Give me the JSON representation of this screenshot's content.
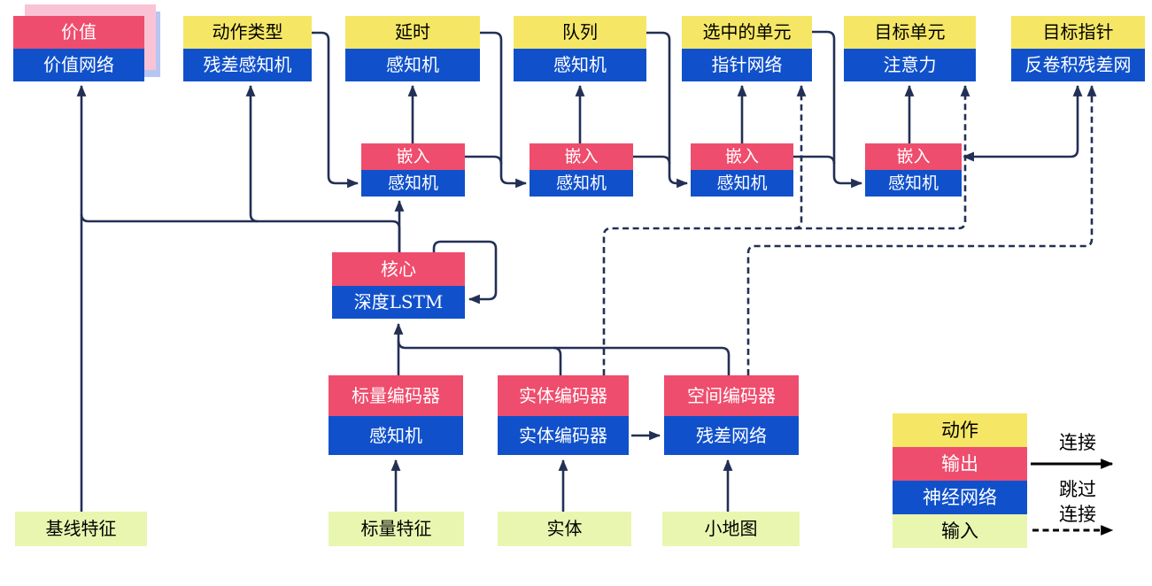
{
  "colors": {
    "action_yellow": "#F5E765",
    "output_red": "#EF4D6D",
    "network_blue": "#1051CB",
    "input_green": "#E9F6B0",
    "shadow_pink": "#F9C3D5",
    "shadow_blue": "#B7C5F3",
    "line_navy": "#232F55",
    "legend_arrow_black": "#000000"
  },
  "nodes": {
    "value": {
      "top": "价值",
      "bottom": "价值网络"
    },
    "action_type": {
      "top": "动作类型",
      "bottom": "残差感知机"
    },
    "delay": {
      "top": "延时",
      "bottom": "感知机"
    },
    "queue": {
      "top": "队列",
      "bottom": "感知机"
    },
    "selected_units": {
      "top": "选中的单元",
      "bottom": "指针网络"
    },
    "target_unit": {
      "top": "目标单元",
      "bottom": "注意力"
    },
    "target_pointer": {
      "top": "目标指针",
      "bottom": "反卷积残差网"
    },
    "embed_1": {
      "top": "嵌入",
      "bottom": "感知机"
    },
    "embed_2": {
      "top": "嵌入",
      "bottom": "感知机"
    },
    "embed_3": {
      "top": "嵌入",
      "bottom": "感知机"
    },
    "embed_4": {
      "top": "嵌入",
      "bottom": "感知机"
    },
    "core": {
      "top": "核心",
      "bottom": "深度LSTM"
    },
    "scalar_encoder": {
      "top": "标量编码器",
      "bottom": "感知机"
    },
    "entity_encoder": {
      "top": "实体编码器",
      "bottom": "实体编码器"
    },
    "spatial_encoder": {
      "top": "空间编码器",
      "bottom": "残差网络"
    },
    "baseline_features": {
      "label": "基线特征"
    },
    "scalar_features": {
      "label": "标量特征"
    },
    "entities": {
      "label": "实体"
    },
    "minimap": {
      "label": "小地图"
    }
  },
  "legend": {
    "items": [
      {
        "id": "action",
        "label": "动作"
      },
      {
        "id": "output",
        "label": "输出"
      },
      {
        "id": "network",
        "label": "神经网络"
      },
      {
        "id": "input",
        "label": "输入"
      }
    ],
    "connection_label": "连接",
    "skip_connection_label_line1": "跳过",
    "skip_connection_label_line2": "连接"
  }
}
